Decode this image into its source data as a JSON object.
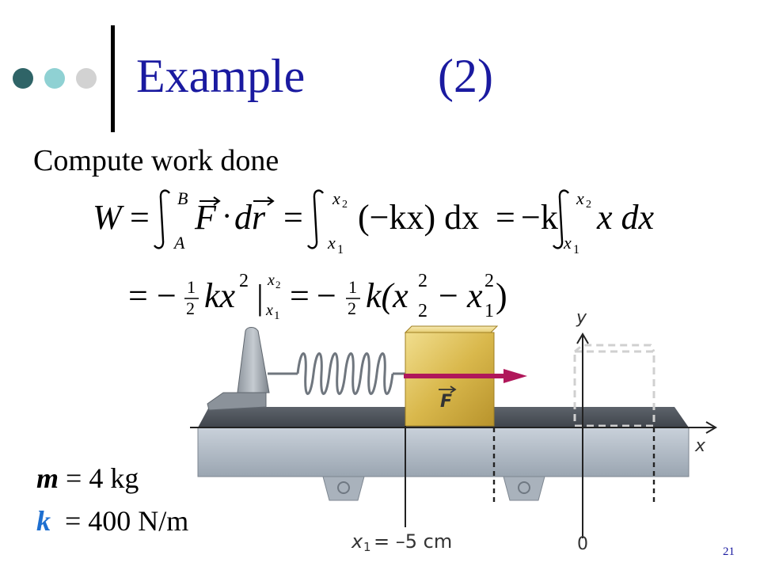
{
  "slide": {
    "title": "Example",
    "title_number": "(2)",
    "subtitle": "Compute work done",
    "page_number": "21",
    "accent_colors": [
      "#2f6467",
      "#8fd1d3",
      "#d2d2d2"
    ]
  },
  "equation": {
    "line1": {
      "W": "W",
      "eq": "=",
      "int_upper": "B",
      "int_lower": "A",
      "F": "F",
      "dot": "·",
      "dr": "dr",
      "x2": "x",
      "x2_sub": "2",
      "x1": "x",
      "x1_sub": "1",
      "neg_kx": "(−kx) dx",
      "neg_k": "−k",
      "x_dx": "x dx"
    },
    "line2": {
      "eq": "=",
      "minus": "−",
      "one": "1",
      "two": "2",
      "kx2": "kx",
      "sq": "2",
      "bar": "|",
      "k_open": "k(x",
      "minus2": "−",
      "x": "x",
      "close": ")",
      "sub2": "2",
      "sub1": "1"
    }
  },
  "diagram": {
    "axis_y": "y",
    "axis_x": "x",
    "force_label": "F",
    "x1_label": "x",
    "x1_sub": "1",
    "x1_value": "= –5 cm",
    "origin_label": "0"
  },
  "params": {
    "m_symbol": "m",
    "m_value": " = 4 kg",
    "k_symbol": "k",
    "k_value": "  = 400 N/m"
  }
}
